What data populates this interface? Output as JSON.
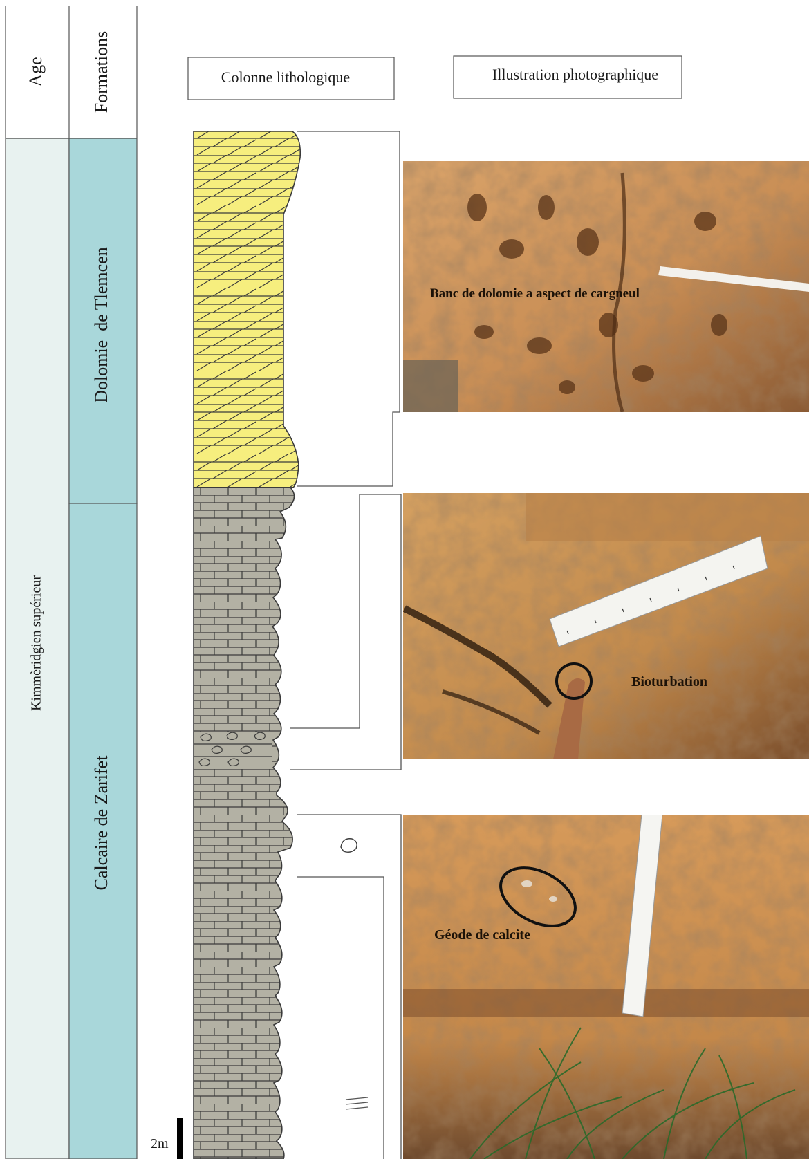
{
  "header": {
    "age": "Age",
    "formations": "Formations",
    "lithology_column": "Colonne lithologique",
    "photo_illustration": "Illustration photographique"
  },
  "age": {
    "label": "Kimmèridgien supérieur",
    "color": "#e8f2f0"
  },
  "formations": [
    {
      "name": "Dolomie  de Tlemcen",
      "color": "#a9d7da"
    },
    {
      "name": "Calcaire de Zarifet",
      "color": "#a9d7da"
    }
  ],
  "lithology": {
    "dolomite_color": "#f6ee7e",
    "limestone_color": "#b3b1a4",
    "stroke": "#3a3a3a"
  },
  "photos": [
    {
      "caption": "Banc de dolomie a aspect de cargneul",
      "colors": [
        "#d9a36a",
        "#c98e55",
        "#8a5a34"
      ]
    },
    {
      "caption": "Bioturbation",
      "colors": [
        "#d4a061",
        "#c28a4c",
        "#7a4e2c"
      ]
    },
    {
      "caption": "Géode de calcite",
      "colors": [
        "#d69a5a",
        "#c4884a",
        "#6e4a2e"
      ]
    }
  ],
  "scale": {
    "label": "2m"
  }
}
